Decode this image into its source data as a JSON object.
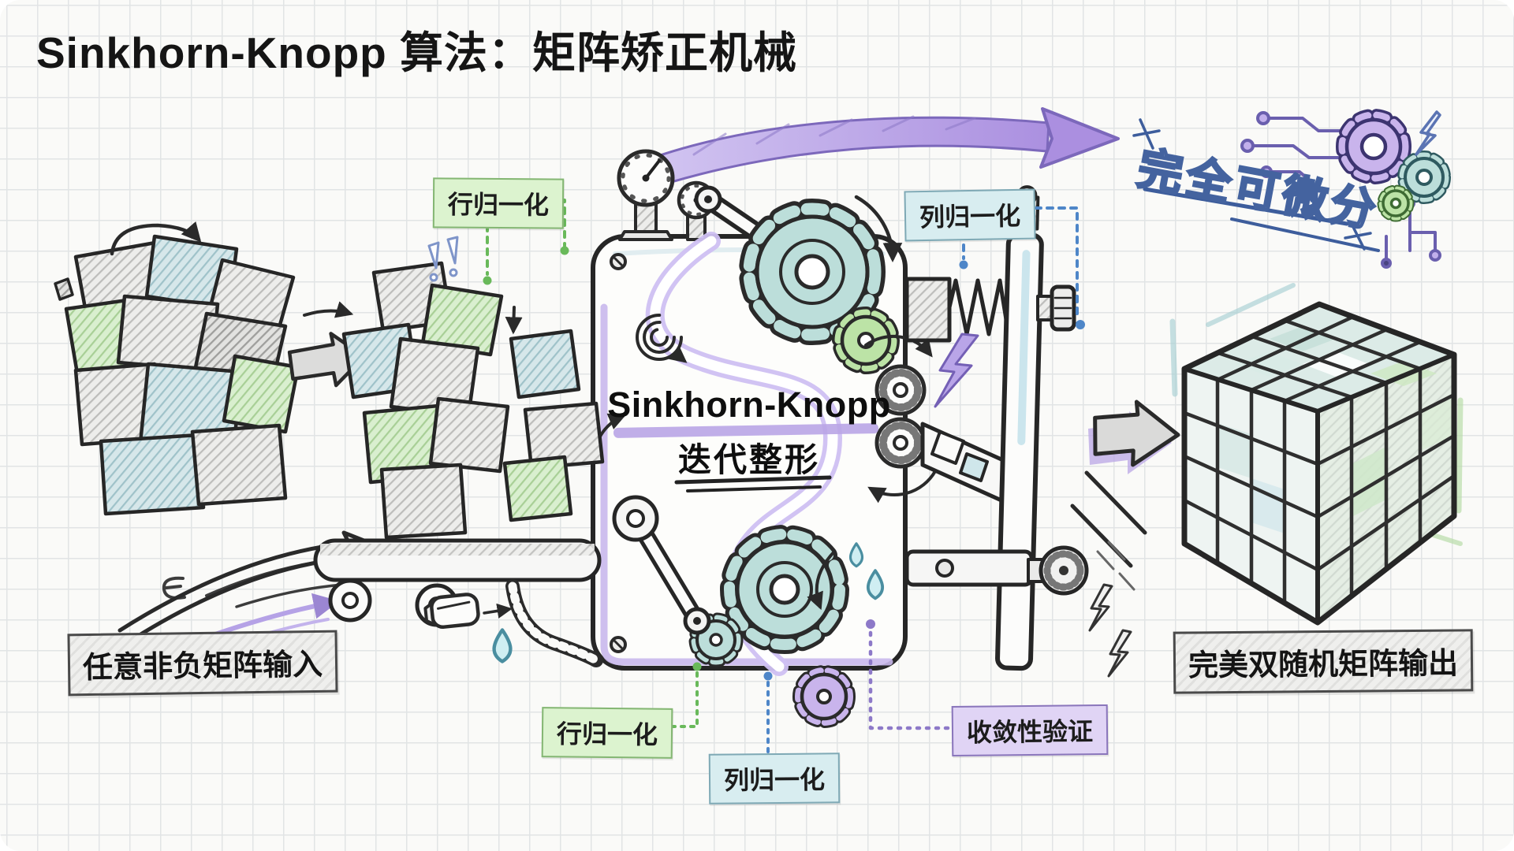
{
  "title": "Sinkhorn-Knopp 算法：矩阵矫正机械",
  "machine": {
    "name": "Sinkhorn-Knopp",
    "subtitle": "迭代整形"
  },
  "badges": {
    "row_top": "行归一化",
    "col_top": "列归一化",
    "row_bottom": "行归一化",
    "col_bottom": "列归一化",
    "convergence": "收敛性验证"
  },
  "labels": {
    "input": "任意非负矩阵输入",
    "output": "完美双随机矩阵输出",
    "differentiable": "完全可微分"
  },
  "colors": {
    "green_badge": "#dcf3cf",
    "teal_badge": "#d8edf0",
    "purple_badge": "#e0d4f5",
    "accent_purple": "#b9a5e6",
    "accent_blue": "#44639f",
    "gear_teal": "#bcdeda",
    "gear_green": "#bce3a6",
    "gear_purple": "#c9b4ec"
  }
}
